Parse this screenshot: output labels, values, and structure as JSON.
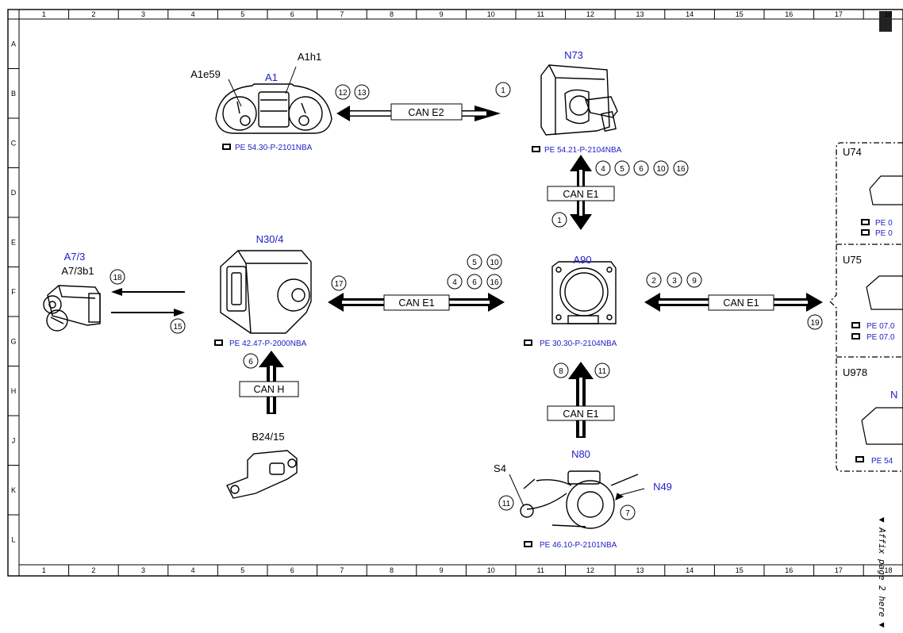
{
  "grid": {
    "columns": [
      "1",
      "2",
      "3",
      "4",
      "5",
      "6",
      "7",
      "8",
      "9",
      "10",
      "11",
      "12",
      "13",
      "14",
      "15",
      "16",
      "17",
      "18"
    ],
    "rows": [
      "A",
      "B",
      "C",
      "D",
      "E",
      "F",
      "G",
      "H",
      "J",
      "K",
      "L"
    ]
  },
  "components": [
    {
      "id": "A1",
      "name": "A1",
      "sub": [
        "A1e59",
        "A1h1"
      ],
      "ref": "PE 54.30-P-2101NBA"
    },
    {
      "id": "N73",
      "name": "N73",
      "ref": "PE 54.21-P-2104NBA"
    },
    {
      "id": "A7_3",
      "name": "A7/3",
      "sub": [
        "A7/3b1"
      ]
    },
    {
      "id": "N30_4",
      "name": "N30/4",
      "ref": "PE 42.47-P-2000NBA"
    },
    {
      "id": "A90",
      "name": "A90",
      "ref": "PE 30.30-P-2104NBA"
    },
    {
      "id": "B24_15",
      "name": "B24/15"
    },
    {
      "id": "N80",
      "name": "N80",
      "sub": [
        "S4",
        "N49"
      ],
      "ref": "PE 46.10-P-2101NBA"
    },
    {
      "id": "U74",
      "name": "U74",
      "refs": [
        "PE 0",
        "PE 0"
      ]
    },
    {
      "id": "U75",
      "name": "U75",
      "refs": [
        "PE 07.0",
        "PE 07.0"
      ]
    },
    {
      "id": "U978",
      "name": "U978",
      "extra": "N",
      "refs": [
        "PE 54"
      ]
    }
  ],
  "buses": {
    "can_e2": "CAN E2",
    "can_e1": "CAN E1",
    "can_h": "CAN H"
  },
  "callouts": {
    "a1_n73": [
      "12",
      "13",
      "1"
    ],
    "n73_vertical": [
      "4",
      "5",
      "6",
      "10",
      "16",
      "1"
    ],
    "a7": [
      "18",
      "15"
    ],
    "n30_a90": [
      "17",
      "5",
      "10",
      "4",
      "6",
      "16"
    ],
    "n30_b24": [
      "6"
    ],
    "a90_u75": [
      "2",
      "3",
      "9",
      "19"
    ],
    "a90_n80": [
      "8",
      "11"
    ],
    "n80": [
      "11",
      "7"
    ]
  },
  "affix_note": "▼ Affix page 2 here ▼"
}
